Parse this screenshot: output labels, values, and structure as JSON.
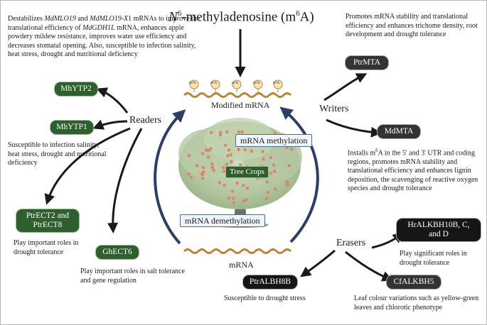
{
  "title": {
    "main_italic": "N",
    "superscript": "6",
    "rest": "-methyladenosine (m",
    "sup2": "6",
    "end": "A)"
  },
  "labels": {
    "readers": "Readers",
    "writers": "Writers",
    "erasers": "Erasers",
    "modified_mrna": "Modified mRNA",
    "mrna": "mRNA",
    "methylation": "mRNA methylation",
    "demethylation": "mRNA demethylation",
    "tree_crops": "Tree Crops",
    "m6a_mark": "m⁶A"
  },
  "readers_text": {
    "ytp2": {
      "p1": "Destabilizes ",
      "i1": "MdMLO19",
      "p2": " and ",
      "i2": "MdMLO19-X",
      "p3": "1 mRNAs to improve the translational efficiency of ",
      "i3": "MdGDH1L",
      "p4": " mRNA, enhances apple powdery mildew resistance, improves water use efficiency and decreases stomatal opening. Also, susceptible to infection salinity, heat stress, drought and nutritional deficiency"
    },
    "ytp1": "Susceptible to infection salinity, heat stress, drought and nutritional deficiency",
    "ect2": "Play important roles in drought tolerance",
    "ect6": "Play important roles in salt tolerance and gene regulation"
  },
  "writers_text": {
    "ptrmta": "Promotes mRNA stability and translational efficiency and enhances trichome density, root development and drought tolerance",
    "mdmta_p1": "Installs m",
    "mdmta_sup": "6",
    "mdmta_p2": "A in the 5' and 3' UTR and coding regions, promotes mRNA stability and translational efficiency and enhances lignin deposition, the scavenging of reactive oxygen species and drought tolerance"
  },
  "erasers_text": {
    "hralkbh": "Play significant roles in drought tolerance",
    "ptralbh8b": "Susceptible to drought stress",
    "cfalkbh5": "Leaf colour variations such as yellow-green leaves and chlorotic phenotype"
  },
  "proteins": {
    "mhytp2": "MhYTP2",
    "mhytp1": "MhYTP1",
    "ptrect": "PtrECT2 and PtrECT8",
    "ghect6": "GhECT6",
    "ptrmta": "PtrMTA",
    "mdmta": "MdMTA",
    "hralkbh": "HrALKBH10B, C, and D",
    "ptralbh8b": "PtrALBH8B",
    "cfalkbh5": "CfALKBH5"
  },
  "colors": {
    "reader_green": "#2f5f2c",
    "writer_gray": "#333333",
    "eraser_black": "#161616",
    "cycle_arrow": "#2e3f66",
    "tree_foliage": "#b7c9a6",
    "fruit": "#d9886a"
  }
}
